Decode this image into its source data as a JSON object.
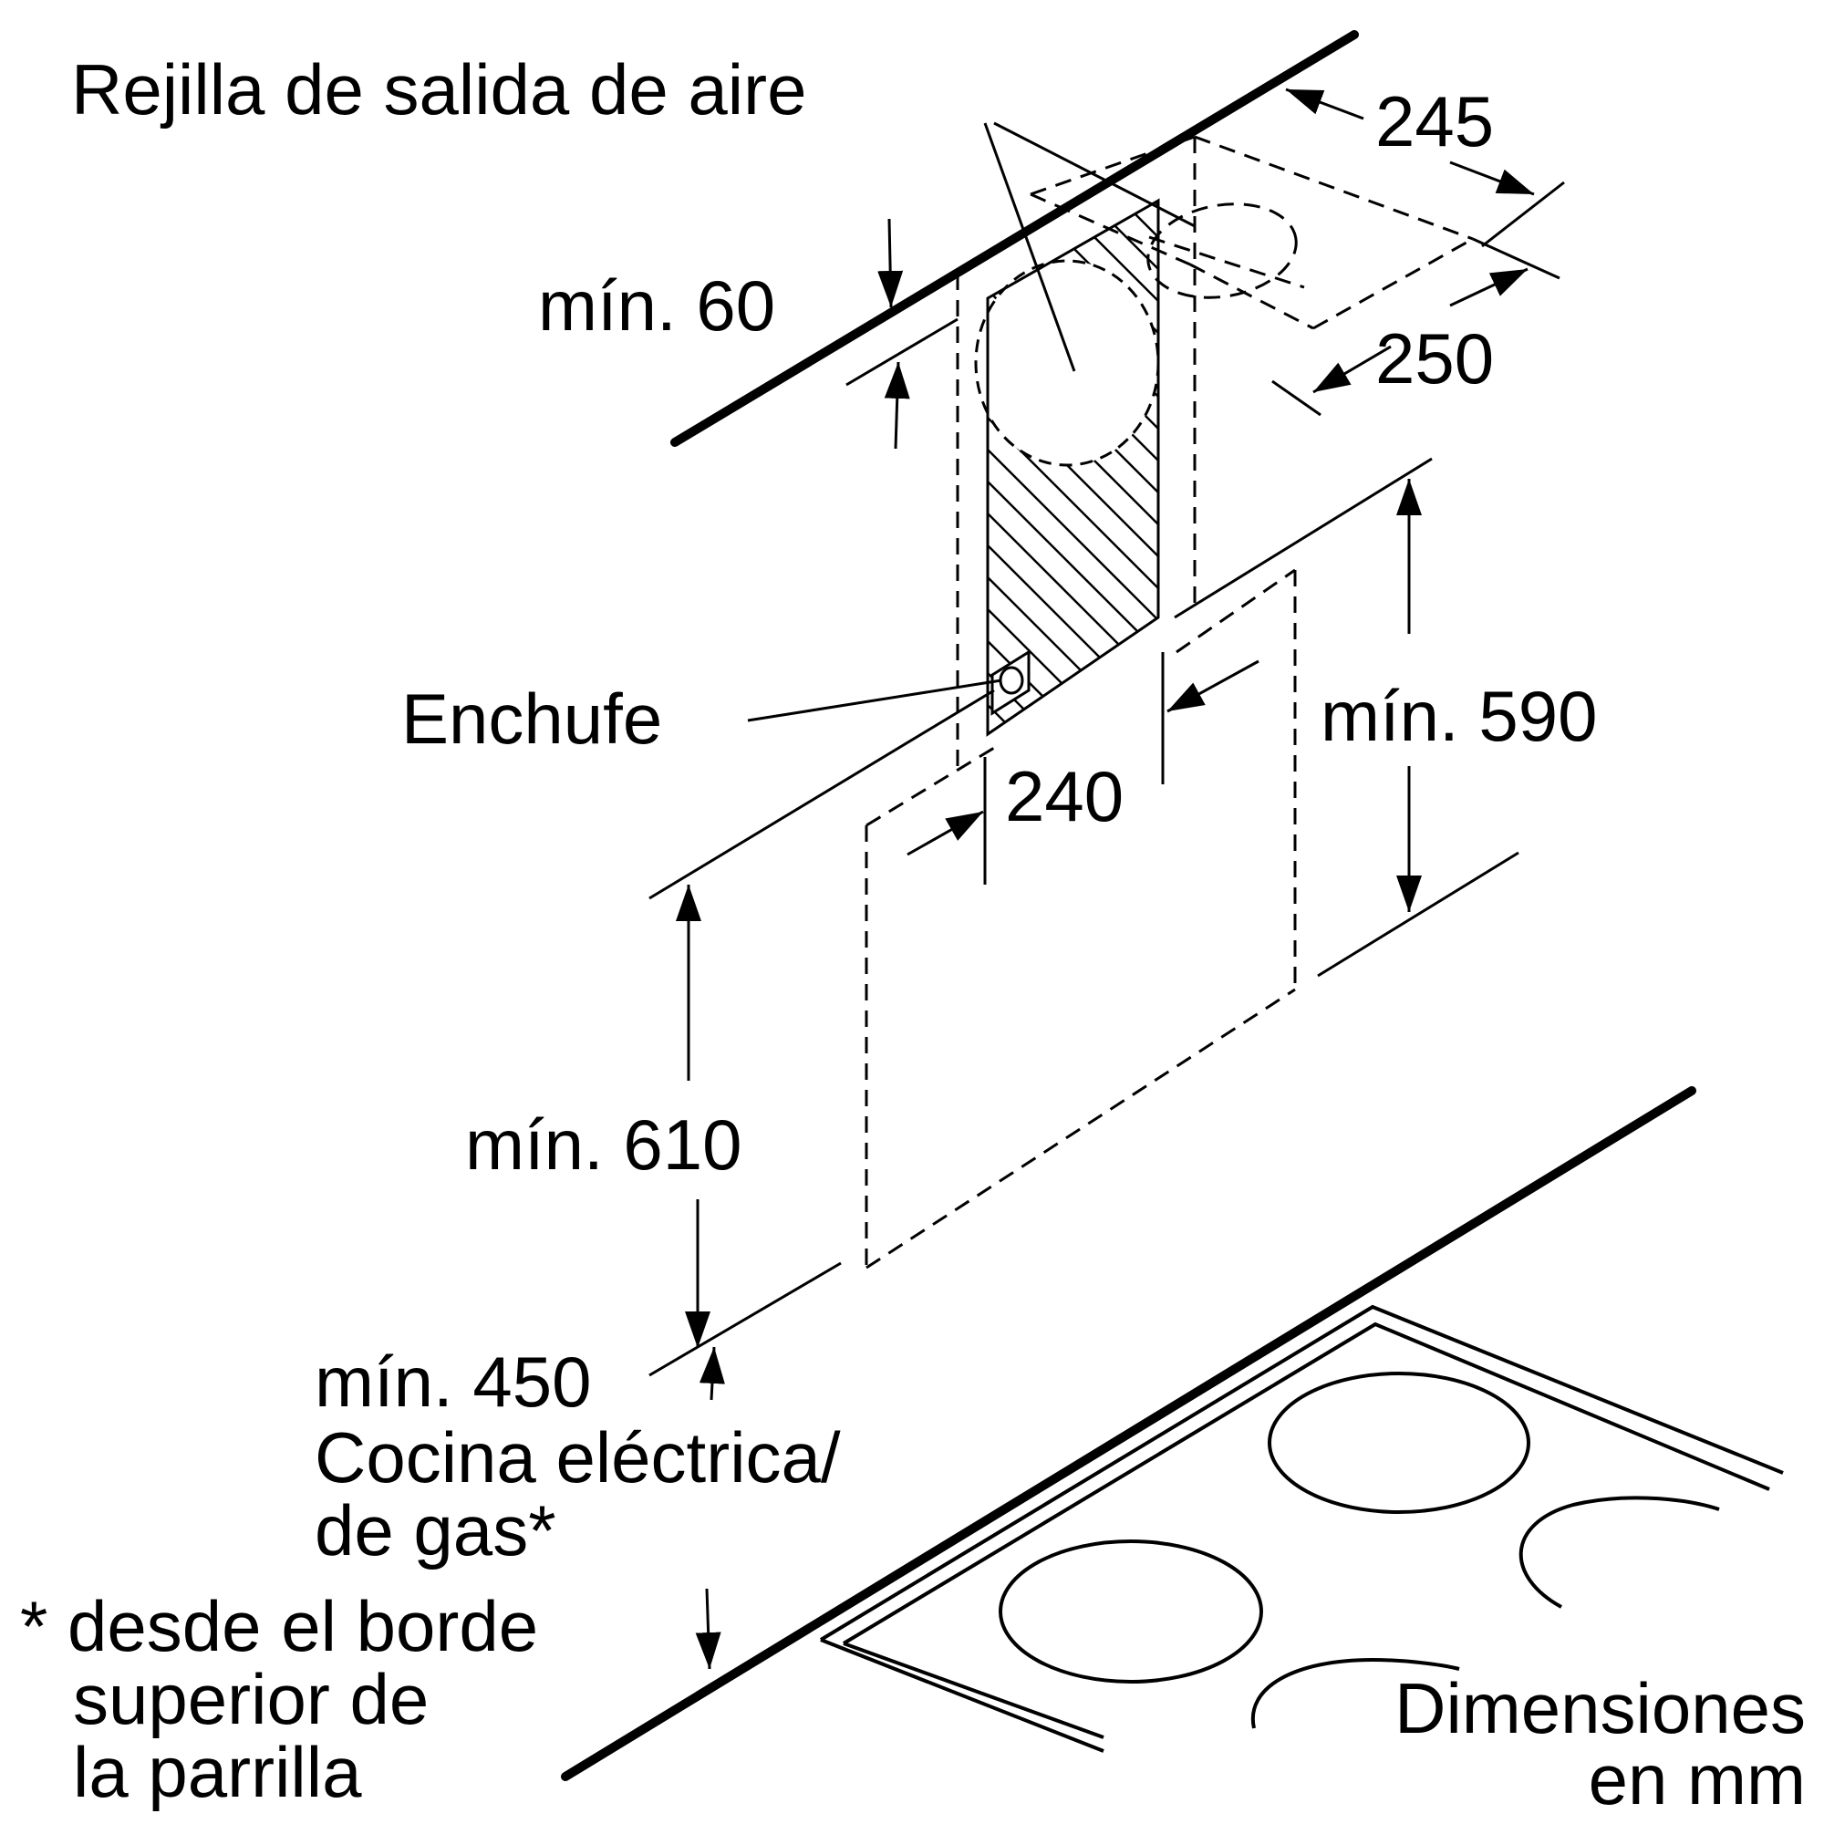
{
  "labels": {
    "air_outlet": "Rejilla de salida de aire",
    "plug": "Enchufe",
    "width_245": "245",
    "depth_250": "250",
    "min60": "mín. 60",
    "min590": "mín. 590",
    "dim240": "240",
    "min610": "mín. 610",
    "min450": "mín. 450",
    "cooker_line1": "Cocina eléctrica/",
    "cooker_line2": "de gas*",
    "footnote_line1": "* desde el borde",
    "footnote_line2": "superior de",
    "footnote_line3": "la parrilla",
    "units_line1": "Dimensiones",
    "units_line2": "en mm"
  },
  "colors": {
    "ink": "#000000",
    "background": "#ffffff"
  }
}
